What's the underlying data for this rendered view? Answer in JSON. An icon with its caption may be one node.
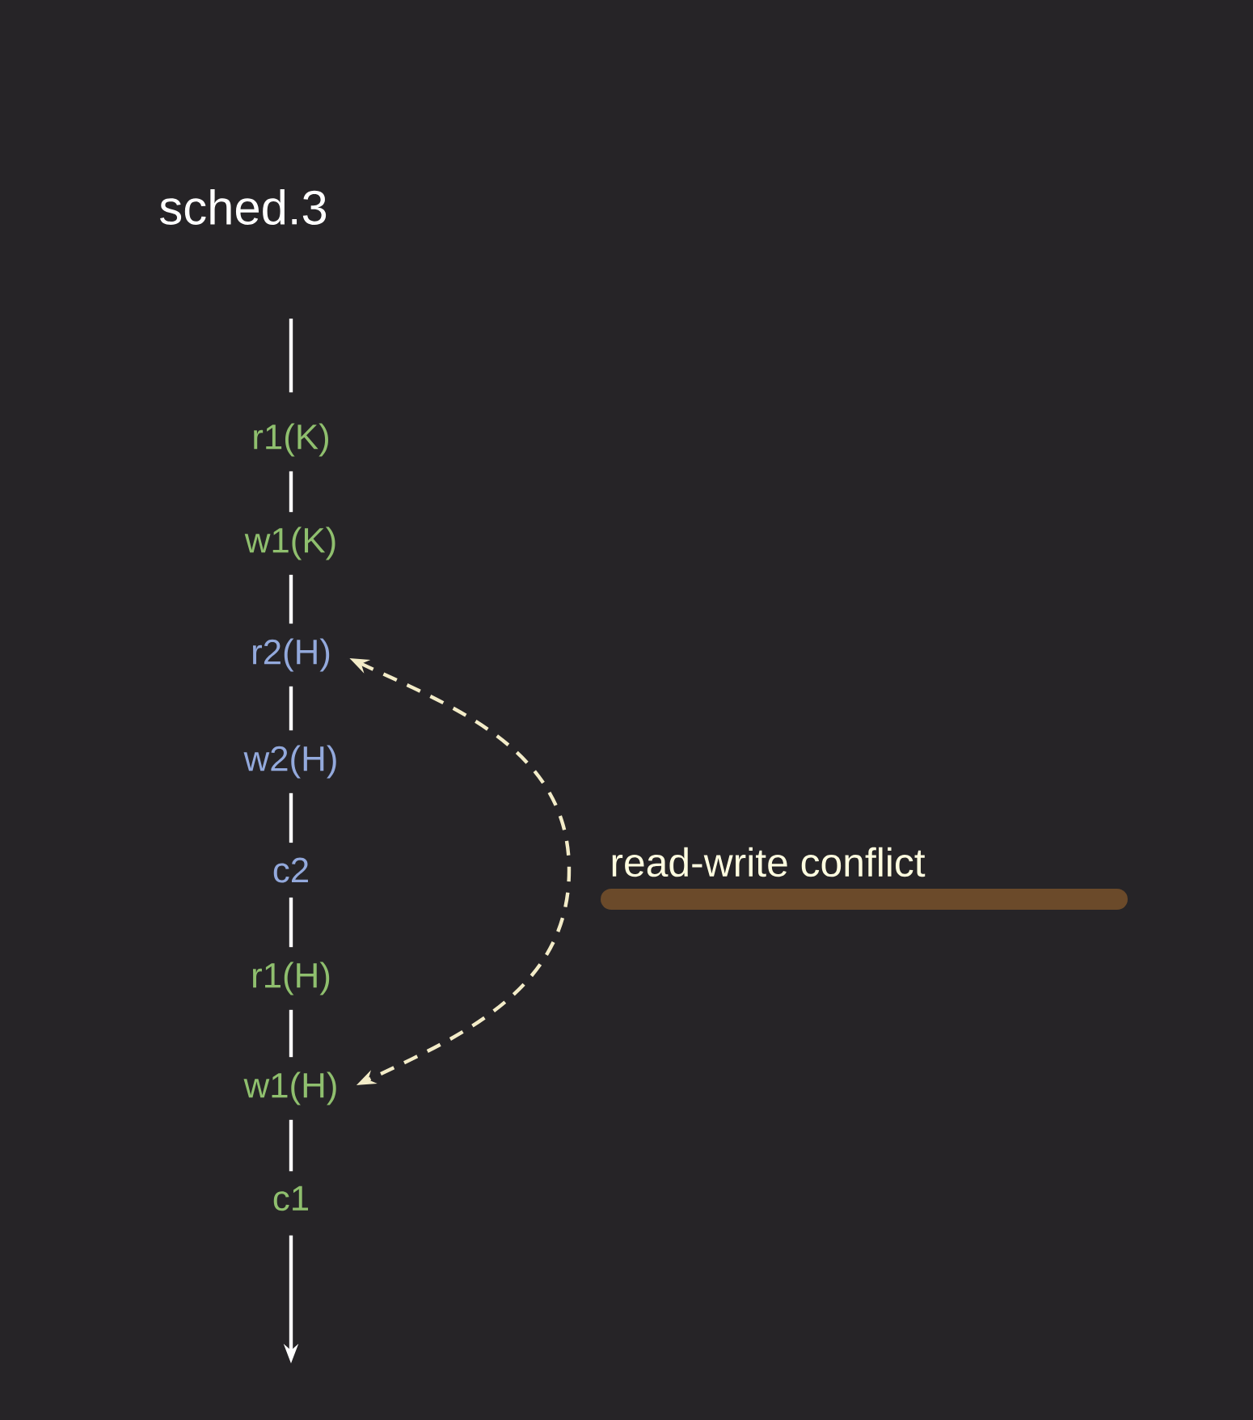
{
  "diagram": {
    "title": "sched.3",
    "nodes": [
      {
        "text": [
          "r1(K)"
        ]
      },
      {
        "text": [
          "w1(K)"
        ]
      },
      {
        "text": [
          "r2(H)"
        ]
      },
      {
        "text": [
          "w2(H)"
        ]
      },
      {
        "text": [
          "c2"
        ]
      },
      {
        "text": [
          "r1(H)"
        ]
      },
      {
        "text": [
          "w1(H)"
        ]
      },
      {
        "text": [
          "c1"
        ]
      }
    ],
    "edges": [
      {
        "from": null,
        "to": 0,
        "arrow": "none"
      },
      {
        "from": 0,
        "to": 1,
        "arrow": "none"
      },
      {
        "from": 1,
        "to": 2,
        "arrow": "none"
      },
      {
        "from": 2,
        "to": 3,
        "arrow": "none"
      },
      {
        "from": 3,
        "to": 4,
        "arrow": "none"
      },
      {
        "from": 4,
        "to": 5,
        "arrow": "none"
      },
      {
        "from": 5,
        "to": 6,
        "arrow": "none"
      },
      {
        "from": 6,
        "to": 7,
        "arrow": "none"
      },
      {
        "from": 7,
        "to": null,
        "arrow": "to"
      },
      {
        "from": 2,
        "to": 6,
        "arrow": "both",
        "style": "dashed",
        "color": "#f3ecc8"
      }
    ],
    "labels": [
      "read-write conflict"
    ]
  }
}
